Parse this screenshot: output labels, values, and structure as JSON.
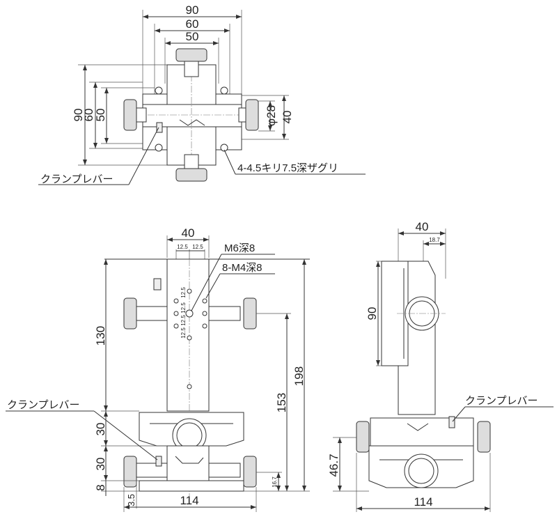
{
  "top_view": {
    "dims_horizontal": [
      "90",
      "60",
      "50"
    ],
    "dims_vertical": [
      "90",
      "60",
      "50"
    ],
    "dim_phi": "φ28",
    "dim_height": "40",
    "label_clamp": "クランプレバー",
    "label_holes": "4-4.5キリ7.5深ザグリ"
  },
  "front_view": {
    "dim_width_top": "40",
    "dim_pitch_a": "12.5",
    "dim_pitch_b": "12.5",
    "dim_pitch_v": [
      "12.5",
      "12.5",
      "12.5",
      "12.5"
    ],
    "label_m6": "M6深8",
    "label_m4": "8-M4深8",
    "dim_130": "130",
    "dim_30a": "30",
    "dim_30b": "30",
    "dim_8": "8",
    "dim_153": "153",
    "dim_198": "198",
    "dim_16_7": "16.7",
    "dim_3_5": "3.5",
    "dim_114": "114",
    "label_clamp": "クランプレバー"
  },
  "side_view": {
    "dim_40": "40",
    "dim_18_7": "18.7",
    "dim_90": "90",
    "dim_46_7": "46.7",
    "dim_114": "114",
    "label_clamp": "クランプレバー"
  }
}
